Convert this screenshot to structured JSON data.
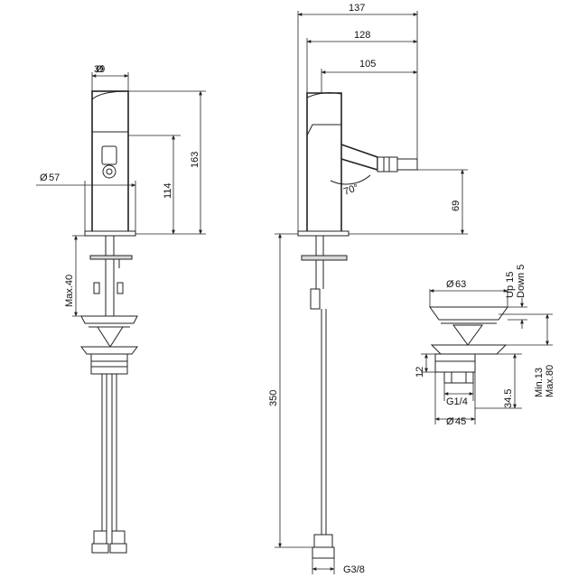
{
  "front_view": {
    "dia_top": "39",
    "dia_base": "57",
    "height_lever": "114",
    "height_total": "163",
    "max_deck": "Max.40"
  },
  "side_view": {
    "reach_total": "137",
    "reach_mid": "128",
    "reach_spout": "105",
    "angle": "70°",
    "spout_height": "69",
    "hose_length": "350",
    "connection": "G3/8"
  },
  "waste_view": {
    "dia_top": "63",
    "up": "Up 15",
    "down": "Down 5",
    "height": "12",
    "thread": "G1/4",
    "body_height": "34.5",
    "dia_bottom": "45",
    "min": "Min.13",
    "max": "Max.80"
  }
}
